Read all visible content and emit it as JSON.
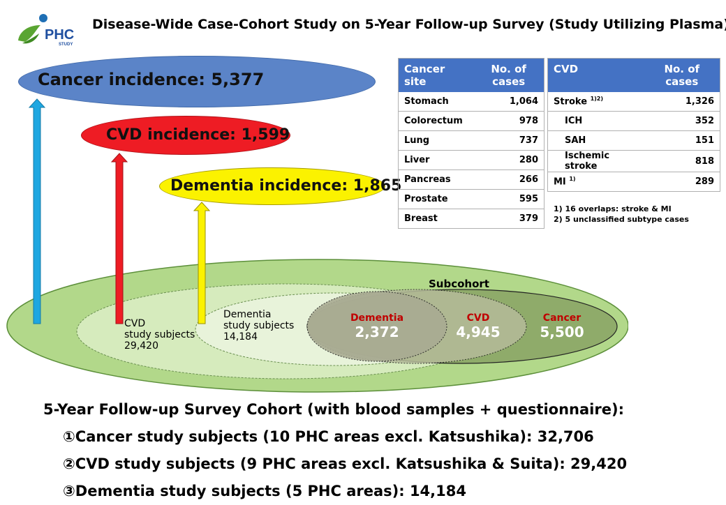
{
  "title": "Disease-Wide Case-Cohort Study on 5-Year Follow-up Survey (Study Utilizing Plasma)",
  "logo": {
    "text": "PHC",
    "subtext": "STUDY"
  },
  "incidence": {
    "cancer": "Cancer incidence: 5,377",
    "cvd": "CVD incidence: 1,599",
    "dementia": "Dementia incidence: 1,865"
  },
  "cancer_table": {
    "header": [
      "Cancer site",
      "No. of cases"
    ],
    "rows": [
      {
        "site": "Stomach",
        "n": "1,064"
      },
      {
        "site": "Colorectum",
        "n": "978"
      },
      {
        "site": "Lung",
        "n": "737"
      },
      {
        "site": "Liver",
        "n": "280"
      },
      {
        "site": "Pancreas",
        "n": "266"
      },
      {
        "site": "Prostate",
        "n": "595"
      },
      {
        "site": "Breast",
        "n": "379"
      }
    ]
  },
  "cvd_table": {
    "header": [
      "CVD",
      "No. of cases"
    ],
    "rows": [
      {
        "site": "Stroke",
        "sup": "1)2)",
        "n": "1,326"
      },
      {
        "site": "ICH",
        "n": "352"
      },
      {
        "site": "SAH",
        "n": "151"
      },
      {
        "site": "Ischemic stroke",
        "n": "818"
      },
      {
        "site": "MI",
        "sup": "1)",
        "n": "289"
      }
    ],
    "notes": [
      "1) 16 overlaps: stroke & MI",
      "2) 5 unclassified subtype cases"
    ]
  },
  "diagram": {
    "subcohort_label": "Subcohort",
    "cvd_subjects": [
      "CVD",
      "study subjects",
      "29,420"
    ],
    "dementia_subjects": [
      "Dementia",
      "study subjects",
      "14,184"
    ],
    "subcohort_groups": [
      {
        "name": "Dementia",
        "value": "2,372"
      },
      {
        "name": "CVD",
        "value": "4,945"
      },
      {
        "name": "Cancer",
        "value": "5,500"
      }
    ]
  },
  "bottom": {
    "heading": "5-Year Follow-up Survey Cohort (with blood samples + questionnaire):",
    "items": [
      "①Cancer study subjects (10 PHC areas excl. Katsushika): 32,706",
      "②CVD study subjects (9 PHC areas excl. Katsushika & Suita): 29,420",
      "③Dementia study subjects (5 PHC areas): 14,184"
    ]
  },
  "colors": {
    "cancer": "#5b84c8",
    "cvd": "#ee1c24",
    "dementia": "#fbf200",
    "cohort_outer": "#b2d88a",
    "table_header": "#4472c4"
  }
}
